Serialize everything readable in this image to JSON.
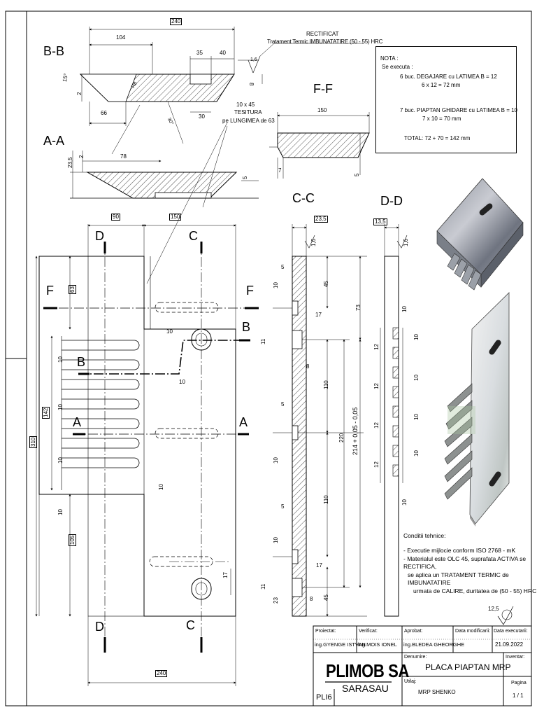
{
  "sections": {
    "bb": "B-B",
    "aa": "A-A",
    "ff": "F-F",
    "cc": "C-C",
    "dd": "D-D"
  },
  "markers": {
    "D": "D",
    "C": "C",
    "F": "F",
    "B": "B",
    "A": "A"
  },
  "bb_view": {
    "top_dim": "240",
    "d104": "104",
    "d35": "35",
    "d40": "40",
    "d66": "66",
    "d30": "30",
    "d2": "2",
    "d8": "8",
    "d16": "1,6",
    "r8": "R8",
    "a15": "15°",
    "a30": "30°",
    "rectificat": "RECTIFICAT",
    "treatment": "Tratament Termic IMBUNATATIRE (50 - 55) HRC"
  },
  "tesitura": {
    "l1": "10 x 45",
    "l2": "TESITURA",
    "l3": "pe LUNGIMEA de 63"
  },
  "aa_view": {
    "d235": "23,5",
    "d2": "2",
    "d78": "78",
    "d5": "5"
  },
  "ff_view": {
    "d150": "150",
    "d7": "7",
    "d5": "5"
  },
  "main_view": {
    "d90": "90",
    "d150": "150",
    "d63": "63",
    "d142": "142",
    "d310": "310",
    "d105": "105",
    "d240": "240",
    "d10a": "10",
    "d10b": "10",
    "d10c": "10",
    "d10d": "10",
    "d10e": "10",
    "d10f": "10",
    "d10g": "10",
    "d17": "17"
  },
  "cc_view": {
    "d235": "23,5",
    "d16": "1,6",
    "d5a": "5",
    "d10a": "10",
    "d45a": "45",
    "d73": "73",
    "d17a": "17",
    "d11a": "11",
    "d8a": "8",
    "d110a": "110",
    "d220": "220",
    "d214": "214 + 0,05 - 0,05",
    "d5b": "5",
    "d10b": "10",
    "d110b": "110",
    "d5c": "5",
    "d10c": "10",
    "d17b": "17",
    "d11b": "11",
    "d8b": "8",
    "d23": "23",
    "d45b": "45"
  },
  "dd_view": {
    "d135": "13,5",
    "d16": "1,6",
    "d10": "10",
    "d12": "12"
  },
  "nota": {
    "title": "NOTA :",
    "l1": "Se executa :",
    "l2": "6 buc. DEGAJARE  cu LATIMEA B = 12",
    "l3": "6 x 12 = 72 mm",
    "l4": "7 buc. PIAPTAN GHIDARE cu LATIMEA B = 10",
    "l5": "7 x 10 = 70 mm",
    "l6": "TOTAL: 72 + 70 = 142 mm"
  },
  "conditions": {
    "title": "Conditii tehnice:",
    "c1": "- Executie mijlocie conform ISO 2768 - mK",
    "c2": "- Materialul este OLC 45, suprafata ACTIVA se RECTIFICA,",
    "c3": "  se aplica un TRATAMENT TERMIC de IMBUNATATIRE",
    "c4": "  urmata de CALIRE, duritatea de (50 - 55) HRC"
  },
  "roughness": "12,5",
  "title_block": {
    "proiectat_lbl": "Proiectat:",
    "proiectat": "ing.GYENGE ISTVAN",
    "verificat_lbl": "Verificat:",
    "verificat": "ing.MOIS IONEL",
    "aprobat_lbl": "Aprobat:",
    "aprobat": "ing.BLEDEA GHEORGHE",
    "data_mod_lbl": "Data modificarii:",
    "data_exec_lbl": "Data executarii:",
    "data_exec": "21.09.2022",
    "denumire_lbl": "Denumire:",
    "denumire": "PLACA PIAPTAN MRP",
    "inventar_lbl": "Inventar:",
    "utilaj_lbl": "Utilaj:",
    "utilaj": "MRP SHENKO",
    "pagina_lbl": "Pagina",
    "pagina": "1 / 1",
    "company": "PLIMOB SA",
    "city": "SARASAU",
    "code": "PLI6"
  }
}
